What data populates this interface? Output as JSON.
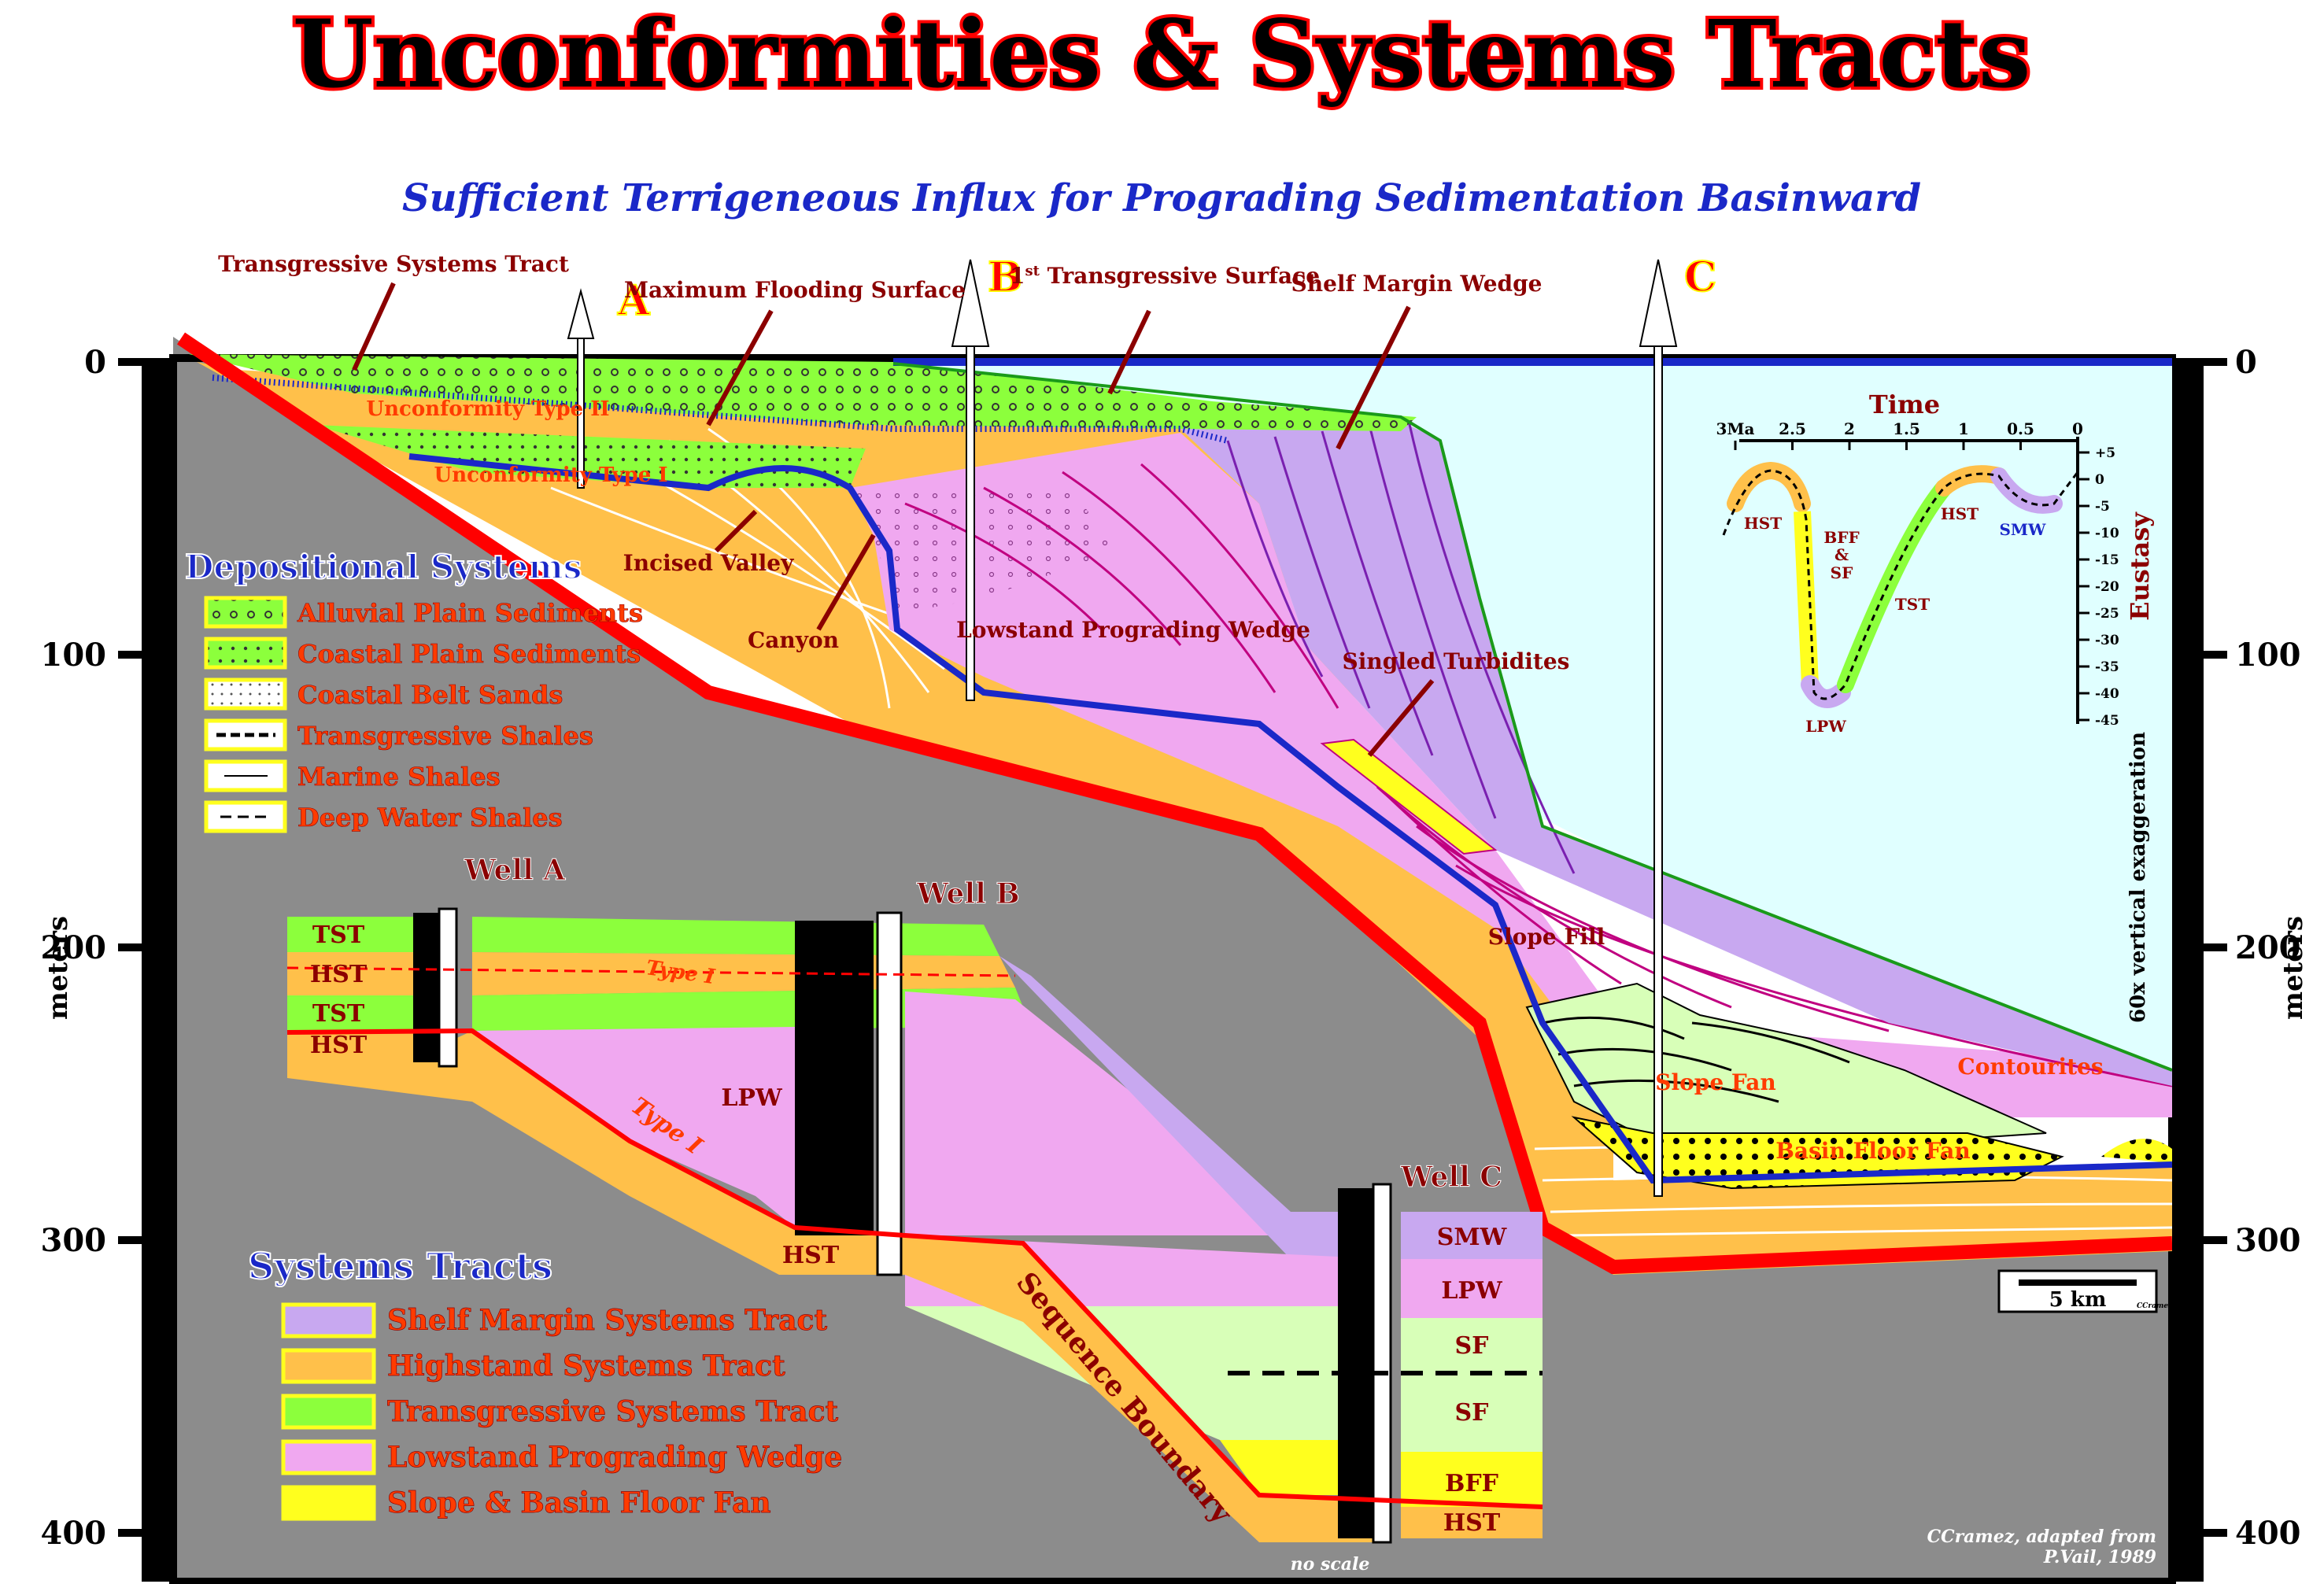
{
  "title": "Unconformities & Systems Tracts",
  "subtitle": "Sufficient Terrigeneous Influx for Prograding Sedimentation Basinward",
  "colors": {
    "title_fill": "#000000",
    "title_stroke": "#ff0000",
    "subtitle": "#1a28c8",
    "basement": "#8c8c8c",
    "seawater": "#e0ffff",
    "tst": "#8cff3c",
    "hst": "#ffc04a",
    "lpw": "#f0a8f0",
    "smw": "#c8a8f0",
    "fan": "#ffff1e",
    "slope_fill": "#d8ffb8",
    "sequence_boundary": "#ff0000",
    "unconformity_blue": "#1a28c8"
  },
  "wells": [
    {
      "letter": "A"
    },
    {
      "letter": "B"
    },
    {
      "letter": "C"
    }
  ],
  "depth_axis": {
    "label": "meters",
    "ticks": [
      "0",
      "100",
      "200",
      "300",
      "400"
    ]
  },
  "section_labels": {
    "transgressive_systems_tract": "Transgressive Systems Tract",
    "maximum_flooding_surface": "Maximum Flooding Surface",
    "first_transgressive_surface_sup": "st",
    "first_transgressive_surface_num": "1",
    "first_transgressive_surface_text": "Transgressive Surface",
    "shelf_margin_wedge": "Shelf Margin Wedge",
    "unconformity_type_ii": "Unconformity Type II",
    "unconformity_type_i": "Unconformity Type I",
    "incised_valley": "Incised Valley",
    "canyon": "Canyon",
    "lowstand_prograding_wedge": "Lowstand Prograding Wedge",
    "singled_turbidites": "Singled Turbidites",
    "slope_fill": "Slope Fill",
    "slope_fan": "Slope Fan",
    "contourites": "Contourites",
    "basin_floor_fan": "Basin Floor Fan",
    "vertical_exaggeration": "60x vertical exaggeration",
    "scale_bar": "5 km",
    "scale_credit": "CCramez",
    "credit_line1": "CCramez, adapted from",
    "credit_line2": "P.Vail, 1989",
    "no_scale": "no scale"
  },
  "depositional_systems": {
    "title": "Depositional Systems",
    "items": [
      "Alluvial Plain Sediments",
      "Coastal Plain Sediments",
      "Coastal Belt Sands",
      "Transgressive Shales",
      "Marine Shales",
      "Deep Water Shales"
    ]
  },
  "systems_tracts": {
    "title": "Systems Tracts",
    "items": [
      {
        "label": "Shelf Margin Systems Tract",
        "color": "#c8a8f0"
      },
      {
        "label": "Highstand Systems Tract",
        "color": "#ffc04a"
      },
      {
        "label": "Transgressive Systems Tract",
        "color": "#8cff3c"
      },
      {
        "label": "Lowstand Prograding Wedge",
        "color": "#f0a8f0"
      },
      {
        "label": "Slope & Basin Floor Fan",
        "color": "#ffff1e"
      }
    ]
  },
  "eustasy_inset": {
    "title": "Time",
    "y_label": "Eustasy",
    "x_ticks": [
      "3Ma",
      "2.5",
      "2",
      "1.5",
      "1",
      "0.5",
      "0"
    ],
    "y_ticks": [
      "+5",
      "0",
      "-5",
      "-10",
      "-15",
      "-20",
      "-25",
      "-30",
      "-35",
      "-40",
      "-45"
    ],
    "labels": [
      "HST",
      "BFF",
      "&",
      "SF",
      "LPW",
      "TST",
      "HST",
      "SMW"
    ]
  },
  "well_panel": {
    "well_a": {
      "name": "Well A",
      "tracts": [
        "TST",
        "HST",
        "TST",
        "HST"
      ]
    },
    "well_b": {
      "name": "Well B",
      "tracts": [
        "LPW",
        "HST"
      ]
    },
    "well_c": {
      "name": "Well C",
      "tracts": [
        "SMW",
        "LPW",
        "SF",
        "SF",
        "BFF",
        "HST"
      ]
    },
    "type_i_upper": "Type I",
    "type_i_lower": "Type I",
    "sequence_boundary": "Sequence Boundary"
  }
}
